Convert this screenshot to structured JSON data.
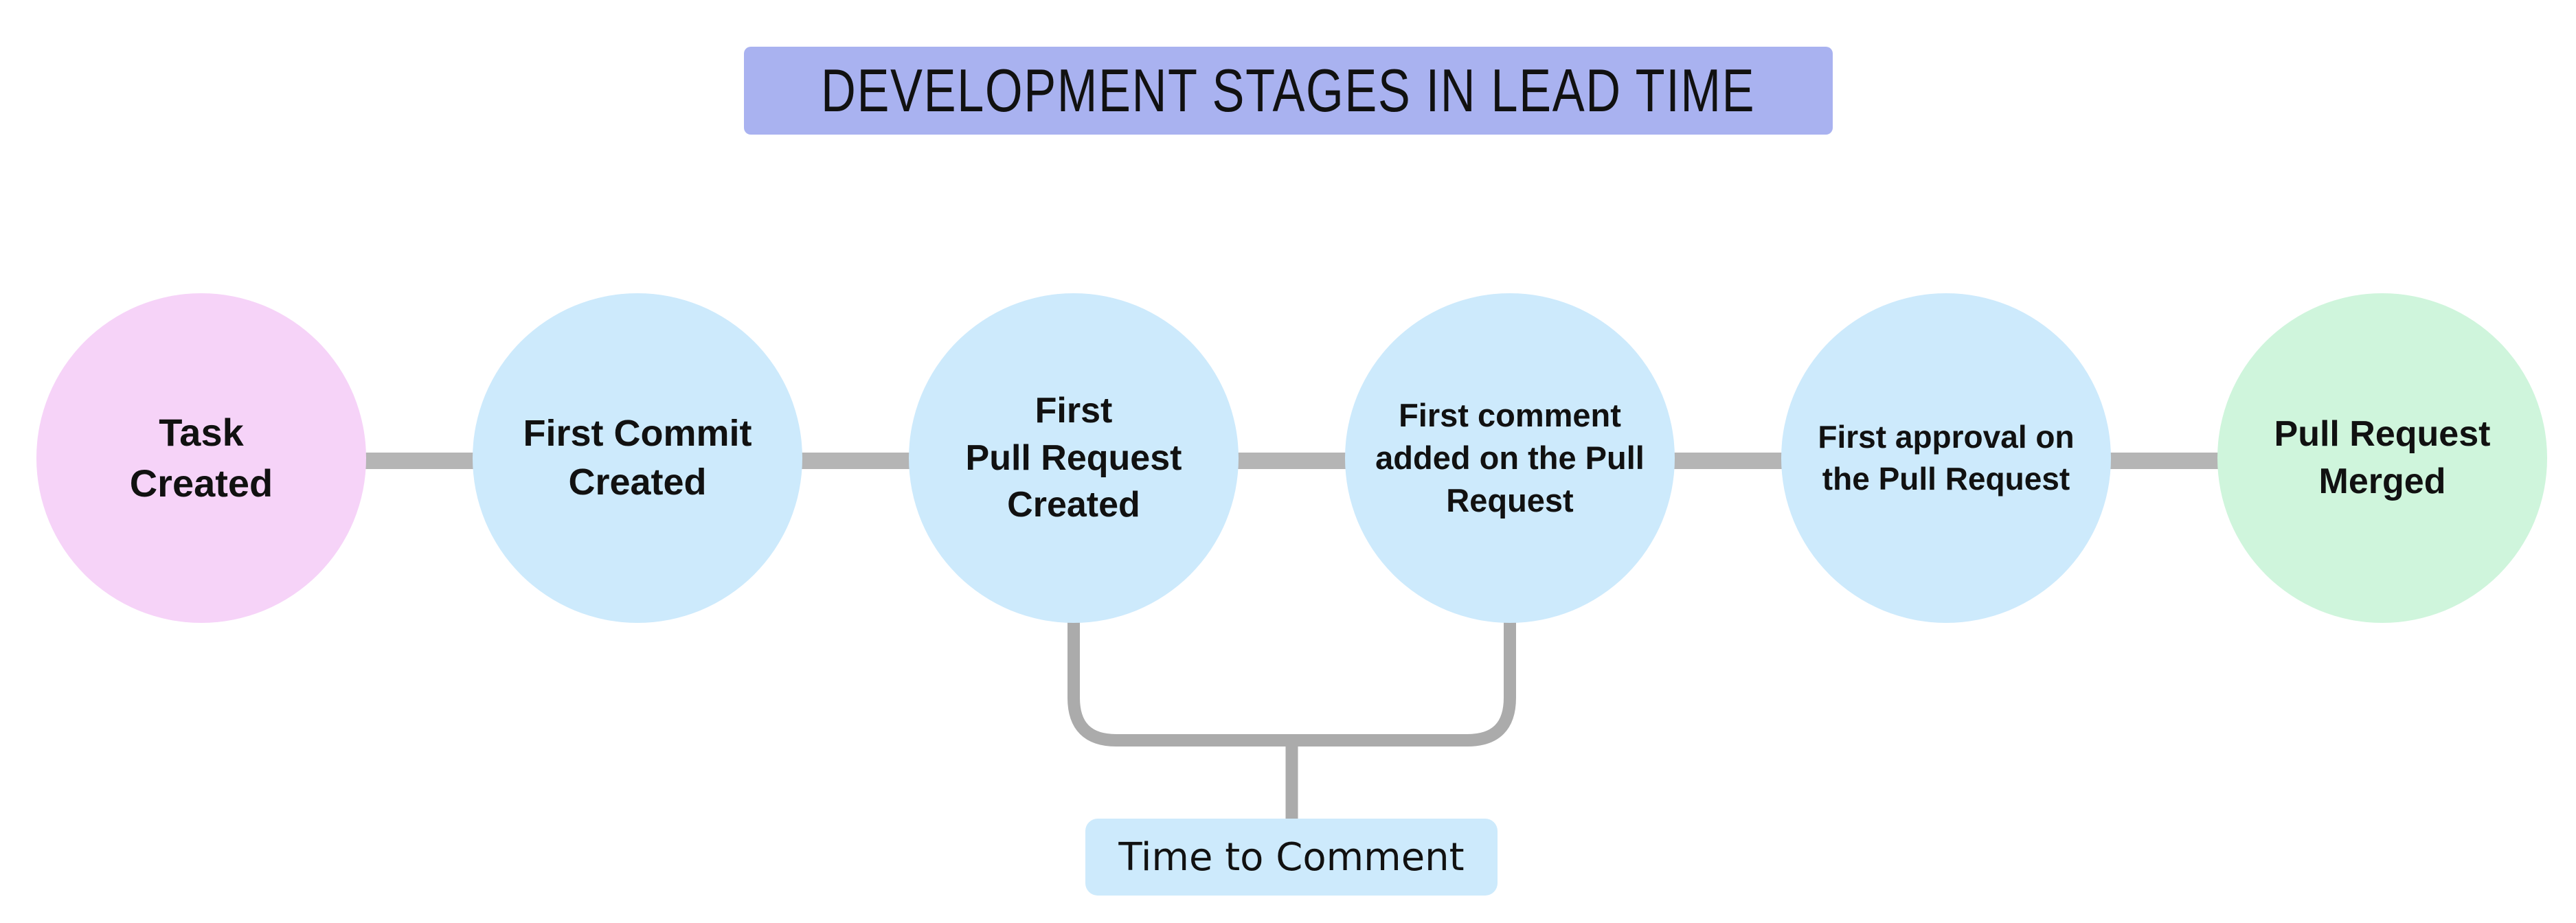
{
  "title": "DEVELOPMENT STAGES IN LEAD TIME",
  "colors": {
    "background": "#ffffff",
    "title_bg": "#a9b2f0",
    "connector": "#b5b5b5",
    "bracket": "#ababab",
    "annotation_bg": "#cdeafc",
    "text": "#111111",
    "stage_pink": "#f6d3f8",
    "stage_blue": "#cdeafc",
    "stage_green": "#cff5dc"
  },
  "stages": [
    {
      "label": "Task Created",
      "lines": [
        "Task",
        "Created"
      ],
      "color": "#f6d3f8"
    },
    {
      "label": "First Commit Created",
      "lines": [
        "First Commit",
        "Created"
      ],
      "color": "#cdeafc"
    },
    {
      "label": "First Pull Request Created",
      "lines": [
        "First",
        "Pull Request",
        "Created"
      ],
      "color": "#cdeafc"
    },
    {
      "label": "First comment added on the Pull Request",
      "lines": [
        "First comment",
        "added on the Pull",
        "Request"
      ],
      "color": "#cdeafc"
    },
    {
      "label": "First approval on the Pull Request",
      "lines": [
        "First approval on",
        "the Pull Request"
      ],
      "color": "#cdeafc"
    },
    {
      "label": "Pull Request Merged",
      "lines": [
        "Pull Request",
        "Merged"
      ],
      "color": "#cff5dc"
    }
  ],
  "annotation": {
    "label": "Time to Comment"
  }
}
